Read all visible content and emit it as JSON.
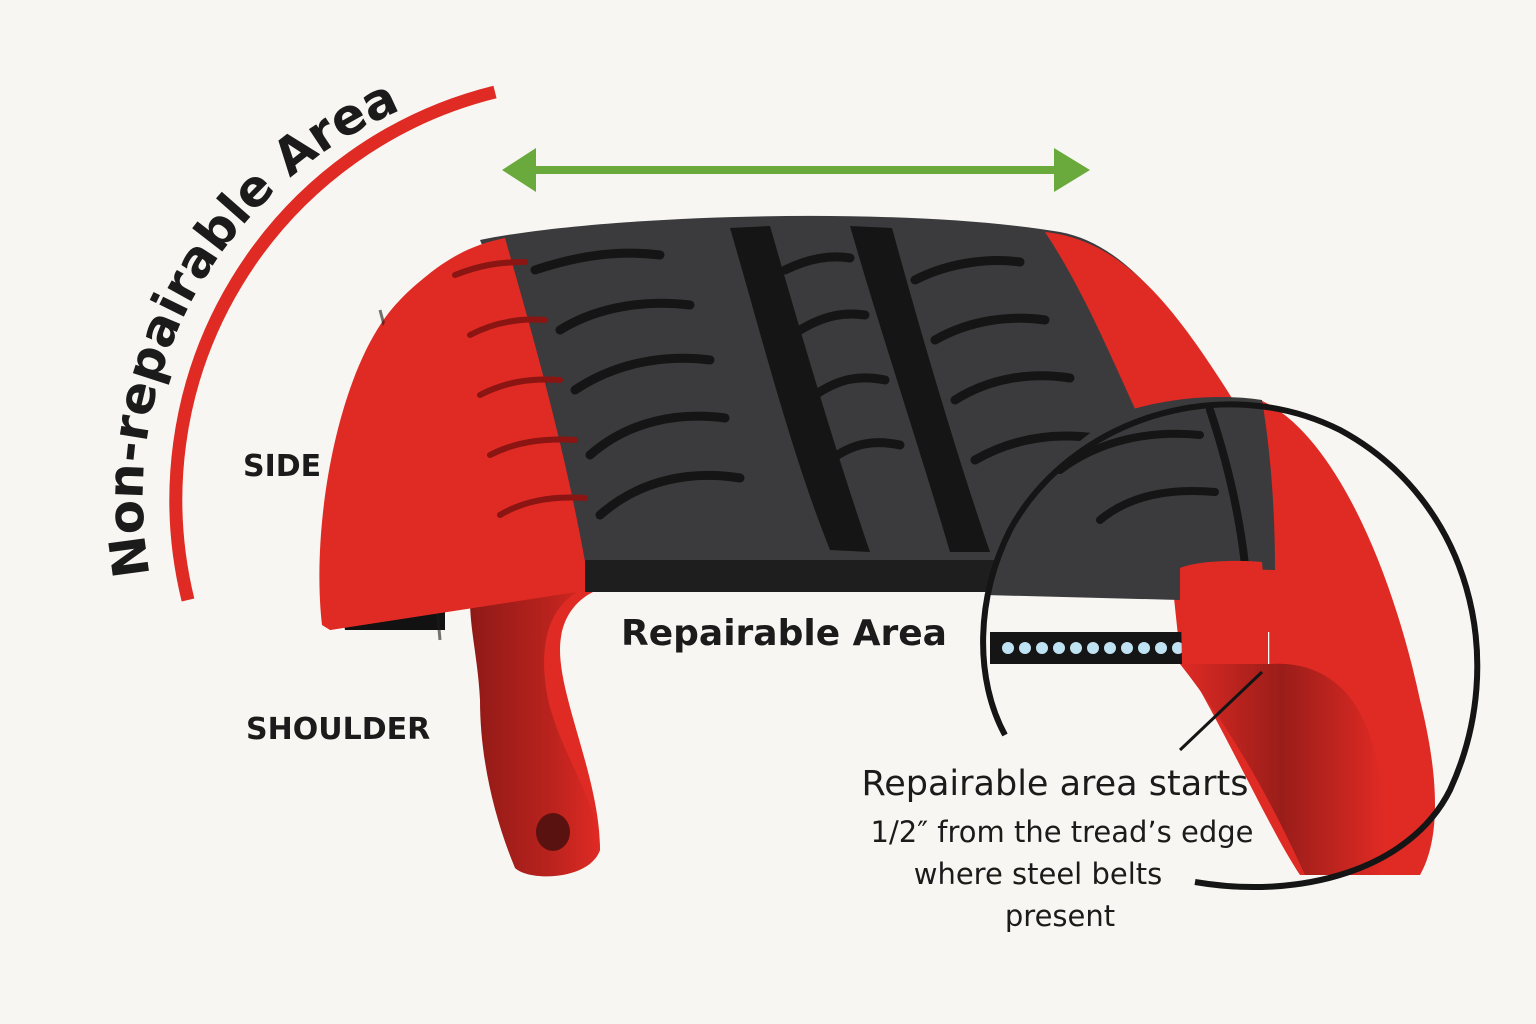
{
  "labels": {
    "non_repairable": "Non-repairable Area",
    "side": "SIDE",
    "shoulder": "SHOULDER",
    "repairable": "Repairable Area",
    "note_line1": "Repairable area starts",
    "note_line2": "1/2″ from the tread’s edge",
    "note_line3": "where steel belts",
    "note_line4": "present"
  },
  "colors": {
    "background": "#f7f6f2",
    "tread": "#3b3b3d",
    "groove": "#151515",
    "non_repairable_red": "#e02a24",
    "dark_red": "#a8201c",
    "arrow_green": "#6aaa3c",
    "steel_belt": "#bfe3f2",
    "ink": "#1b1b1b"
  },
  "icons": {
    "span_arrow": "double-headed-arrow",
    "steel_belts": "dotted-belt-line"
  }
}
